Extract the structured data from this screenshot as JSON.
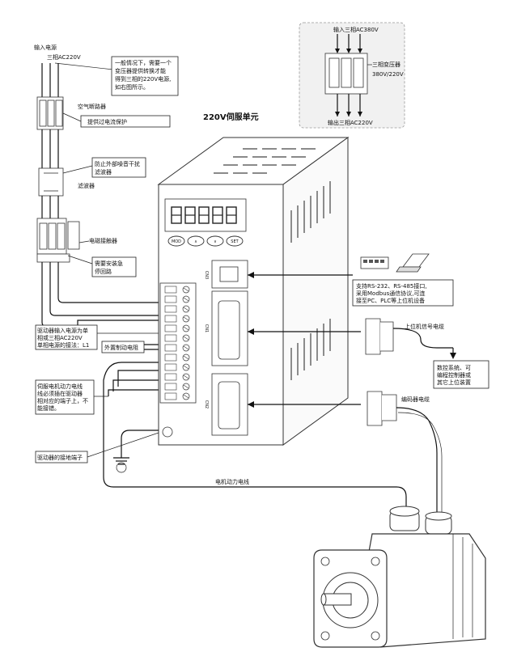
{
  "diagram": {
    "title": "220V伺服单元",
    "power_input": {
      "line1": "输入电源",
      "line2": "三相AC220V"
    },
    "notes": {
      "transformer_note": [
        "一般情况下，需要一个",
        "变压器提供转换才能",
        "得到三相的220V电源,",
        "如右图所示。"
      ],
      "breaker": "空气断路器",
      "overcurrent": "提供过电流保护",
      "noise_filter": [
        "防止外部噪音干扰",
        "滤波器"
      ],
      "filter_label": "滤波器",
      "contactor": "电磁接触器",
      "contactor_note": [
        "需要安装急",
        "停回路"
      ],
      "driver_input": [
        "驱动器输入电源为单",
        "相或三相AC220V",
        "单相电源的接法：L1"
      ],
      "ext_resistor": "外置制动电阻",
      "motor_power_note": [
        "伺服电机动力电线",
        "线必须插在驱动器",
        "相对应的端子上，不",
        "能接错。"
      ],
      "ground": "驱动器的接地端子",
      "host_comm": [
        "支持RS-232、RS-485接口,",
        "采用Modbus通信协议,可连",
        "接至PC、PLC等上位机设备"
      ],
      "host_signal_cable": "上位机信号电缆",
      "controller": [
        "数控系统、可",
        "编程控制器或",
        "其它上位装置"
      ],
      "encoder_cable": "编码器电缆",
      "motor_power_cable": "电机动力电线"
    },
    "transformer_box": {
      "input": "输入三相AC380V",
      "label": [
        "三相变压器",
        "380V/220V"
      ],
      "output": "输出三相AC220V"
    },
    "panel": {
      "display_digits": 5,
      "buttons": [
        "MOD",
        "∧",
        "∨",
        "SET"
      ],
      "ports": [
        "CN3",
        "CN1",
        "CN2"
      ]
    }
  }
}
